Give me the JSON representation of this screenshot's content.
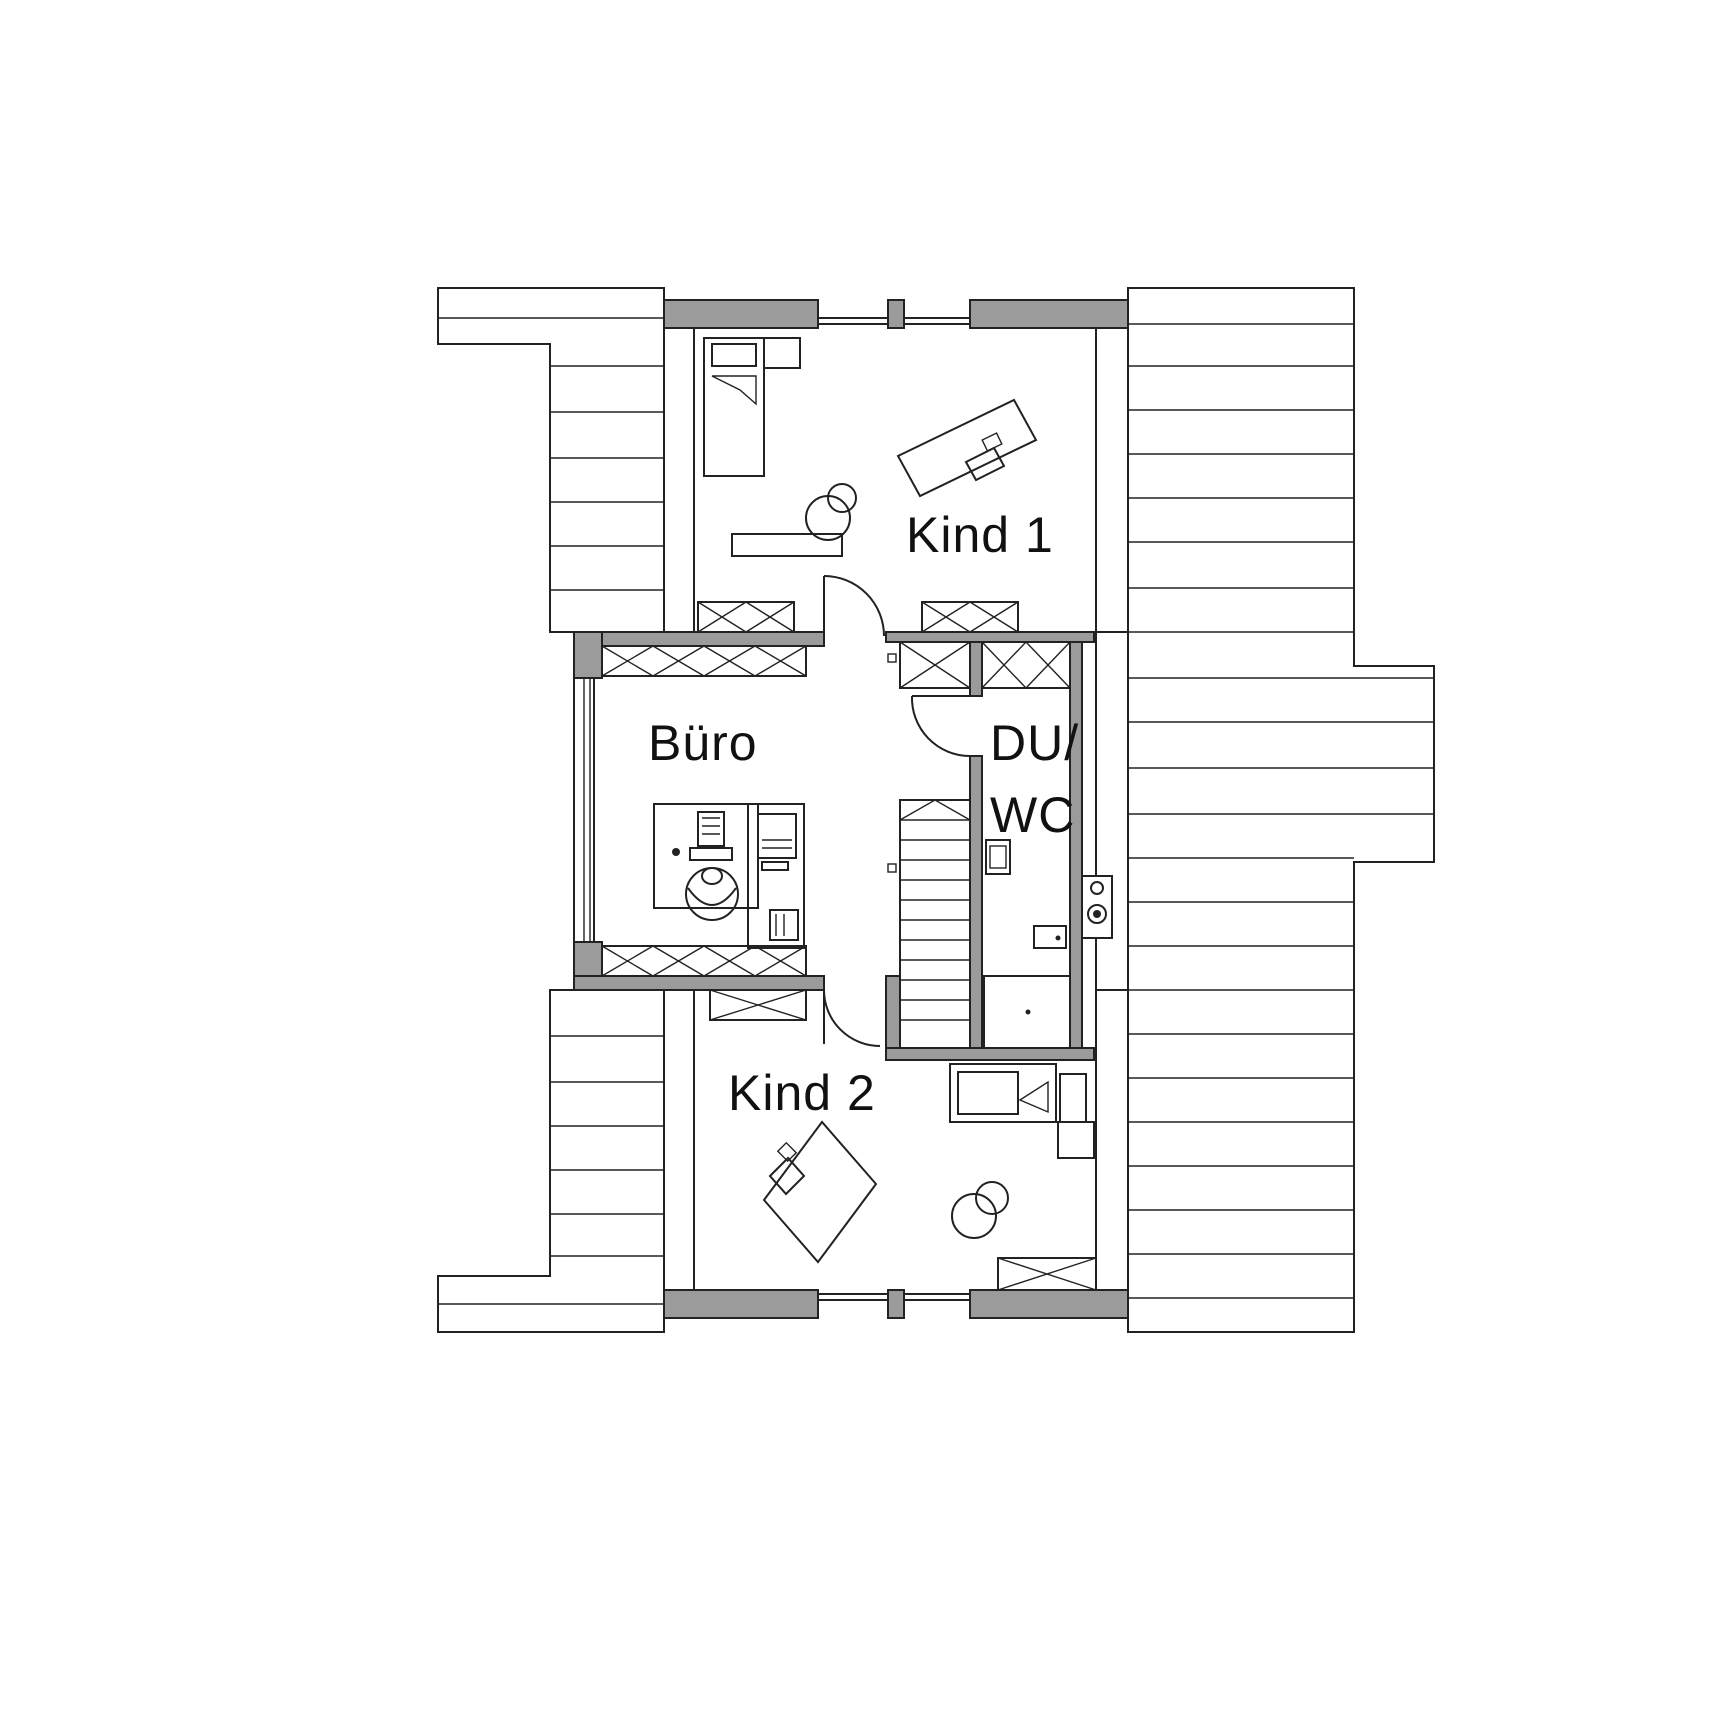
{
  "plan": {
    "rooms": [
      {
        "id": "kind1",
        "label": "Kind 1"
      },
      {
        "id": "buero",
        "label": "Büro"
      },
      {
        "id": "duwc",
        "label_line1": "DU/",
        "label_line2": "WC"
      },
      {
        "id": "kind2",
        "label": "Kind 2"
      }
    ],
    "colors": {
      "line": "#222222",
      "wall_fill": "#9b9b9b",
      "background": "#ffffff"
    },
    "symbols": [
      "bed-icon",
      "desk-icon",
      "chair-icon",
      "wardrobe-icon",
      "staircase-icon",
      "shower-icon",
      "toilet-icon",
      "washbasin-icon",
      "chimney-icon",
      "office-desk-icon"
    ]
  }
}
